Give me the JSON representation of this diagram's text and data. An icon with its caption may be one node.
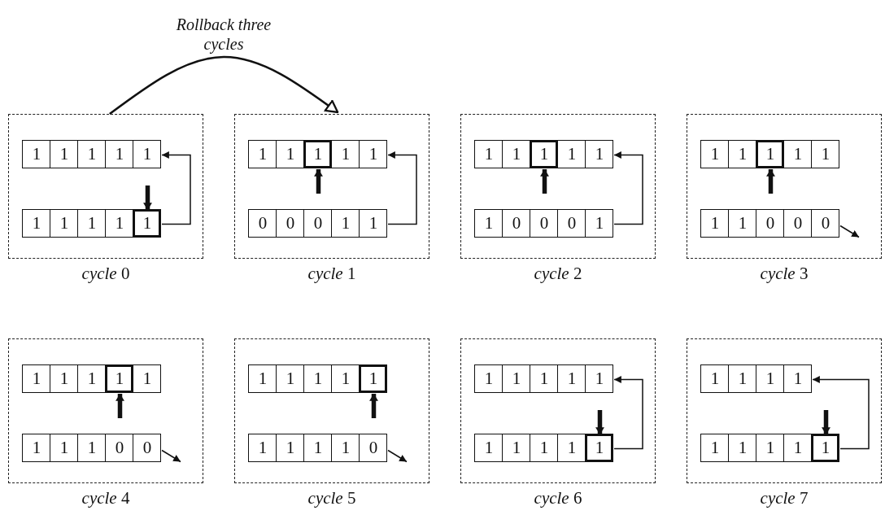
{
  "diagram": {
    "nodes": [
      {
        "text": [],
        "shape": "box",
        "beside": [
          "*cycle* 0"
        ]
      },
      {
        "text": [
          "1"
        ],
        "in": 0
      },
      {
        "text": [
          "1"
        ],
        "in": 0
      },
      {
        "text": [
          "1"
        ],
        "in": 0
      },
      {
        "text": [
          "1"
        ],
        "in": 0
      },
      {
        "text": [
          "1"
        ],
        "in": 0
      },
      {
        "text": [
          "1"
        ],
        "in": 0
      },
      {
        "text": [
          "1"
        ],
        "in": 0
      },
      {
        "text": [
          "1"
        ],
        "in": 0
      },
      {
        "text": [
          "1"
        ],
        "in": 0
      },
      {
        "text": [
          "1"
        ],
        "in": 0
      },
      {
        "text": [],
        "shape": "box",
        "beside": [
          "*cycle* 1"
        ]
      },
      {
        "text": [
          "1"
        ],
        "in": 11
      },
      {
        "text": [
          "1"
        ],
        "in": 11
      },
      {
        "text": [
          "1"
        ],
        "in": 11
      },
      {
        "text": [
          "1"
        ],
        "in": 11
      },
      {
        "text": [
          "1"
        ],
        "in": 11
      },
      {
        "text": [
          "0"
        ],
        "in": 11
      },
      {
        "text": [
          "0"
        ],
        "in": 11
      },
      {
        "text": [
          "0"
        ],
        "in": 11
      },
      {
        "text": [
          "1"
        ],
        "in": 11
      },
      {
        "text": [
          "1"
        ],
        "in": 11
      },
      {
        "text": [],
        "shape": "box",
        "beside": [
          "*cycle* 2"
        ]
      },
      {
        "text": [
          "1"
        ],
        "in": 22
      },
      {
        "text": [
          "1"
        ],
        "in": 22
      },
      {
        "text": [
          "1"
        ],
        "in": 22
      },
      {
        "text": [
          "1"
        ],
        "in": 22
      },
      {
        "text": [
          "1"
        ],
        "in": 22
      },
      {
        "text": [
          "1"
        ],
        "in": 22
      },
      {
        "text": [
          "0"
        ],
        "in": 22
      },
      {
        "text": [
          "0"
        ],
        "in": 22
      },
      {
        "text": [
          "0"
        ],
        "in": 22
      },
      {
        "text": [
          "1"
        ],
        "in": 22
      },
      {
        "text": [],
        "shape": "box",
        "beside": [
          "*cycle* 3"
        ]
      },
      {
        "text": [
          "1"
        ],
        "in": 33
      },
      {
        "text": [
          "1"
        ],
        "in": 33
      },
      {
        "text": [
          "1"
        ],
        "in": 33
      },
      {
        "text": [
          "1"
        ],
        "in": 33
      },
      {
        "text": [
          "1"
        ],
        "in": 33
      },
      {
        "text": [
          "1"
        ],
        "in": 33
      },
      {
        "text": [
          "1"
        ],
        "in": 33
      },
      {
        "text": [
          "0"
        ],
        "in": 33
      },
      {
        "text": [
          "0"
        ],
        "in": 33
      },
      {
        "text": [
          "0"
        ],
        "in": 33
      },
      {
        "text": [],
        "shape": "box",
        "beside": [
          "*cycle* 4"
        ]
      },
      {
        "text": [
          "1"
        ],
        "in": 44
      },
      {
        "text": [
          "1"
        ],
        "in": 44
      },
      {
        "text": [
          "1"
        ],
        "in": 44
      },
      {
        "text": [
          "1"
        ],
        "in": 44
      },
      {
        "text": [
          "1"
        ],
        "in": 44
      },
      {
        "text": [
          "1"
        ],
        "in": 44
      },
      {
        "text": [
          "1"
        ],
        "in": 44
      },
      {
        "text": [
          "1"
        ],
        "in": 44
      },
      {
        "text": [
          "0"
        ],
        "in": 44
      },
      {
        "text": [
          "0"
        ],
        "in": 44
      },
      {
        "text": [],
        "shape": "box",
        "beside": [
          "*cycle* 5"
        ]
      },
      {
        "text": [
          "1"
        ],
        "in": 55
      },
      {
        "text": [
          "1"
        ],
        "in": 55
      },
      {
        "text": [
          "1"
        ],
        "in": 55
      },
      {
        "text": [
          "1"
        ],
        "in": 55
      },
      {
        "text": [
          "1"
        ],
        "in": 55
      },
      {
        "text": [
          "1"
        ],
        "in": 55
      },
      {
        "text": [
          "1"
        ],
        "in": 55
      },
      {
        "text": [
          "1"
        ],
        "in": 55
      },
      {
        "text": [
          "1"
        ],
        "in": 55
      },
      {
        "text": [
          "0"
        ],
        "in": 55
      },
      {
        "text": [],
        "shape": "box",
        "beside": [
          "*cycle* 6"
        ]
      },
      {
        "text": [
          "1"
        ],
        "in": 66
      },
      {
        "text": [
          "1"
        ],
        "in": 66
      },
      {
        "text": [
          "1"
        ],
        "in": 66
      },
      {
        "text": [
          "1"
        ],
        "in": 66
      },
      {
        "text": [
          "1"
        ],
        "in": 66
      },
      {
        "text": [
          "1"
        ],
        "in": 66
      },
      {
        "text": [
          "1"
        ],
        "in": 66
      },
      {
        "text": [
          "1"
        ],
        "in": 66
      },
      {
        "text": [
          "1"
        ],
        "in": 66
      },
      {
        "text": [
          "1"
        ],
        "in": 66
      },
      {
        "text": [],
        "shape": "box",
        "beside": [
          "*cycle* 7"
        ]
      },
      {
        "text": [
          "1"
        ],
        "in": 77
      },
      {
        "text": [
          "1"
        ],
        "in": 77
      },
      {
        "text": [
          "1"
        ],
        "in": 77
      },
      {
        "text": [
          "1"
        ],
        "in": 77
      },
      {
        "text": [
          "1"
        ],
        "in": 77
      },
      {
        "text": [
          "1"
        ],
        "in": 77
      },
      {
        "text": [
          "1"
        ],
        "in": 77
      },
      {
        "text": [
          "1"
        ],
        "in": 77
      },
      {
        "text": [
          "1"
        ],
        "in": 77
      }
    ],
    "edges": [
      {
        "from": 0,
        "to": 11,
        "arrow": "to",
        "label": "Rollback three cycles"
      },
      {
        "from": null,
        "to": 10,
        "arrow": "to",
        "style": "thick"
      },
      {
        "from": 10,
        "to": 5,
        "arrow": "to"
      },
      {
        "from": null,
        "to": 14,
        "arrow": "to",
        "style": "thick"
      },
      {
        "from": 21,
        "to": 16,
        "arrow": "to"
      },
      {
        "from": null,
        "to": 25,
        "arrow": "to",
        "style": "thick"
      },
      {
        "from": 32,
        "to": 27,
        "arrow": "to"
      },
      {
        "from": null,
        "to": 36,
        "arrow": "to",
        "style": "thick"
      },
      {
        "from": 43,
        "to": null,
        "arrow": "to"
      },
      {
        "from": null,
        "to": 48,
        "arrow": "to",
        "style": "thick"
      },
      {
        "from": 54,
        "to": null,
        "arrow": "to"
      },
      {
        "from": null,
        "to": 60,
        "arrow": "to",
        "style": "thick"
      },
      {
        "from": 65,
        "to": null,
        "arrow": "to"
      },
      {
        "from": null,
        "to": 76,
        "arrow": "to",
        "style": "thick"
      },
      {
        "from": 76,
        "to": 71,
        "arrow": "to"
      },
      {
        "from": null,
        "to": 86,
        "arrow": "to",
        "style": "thick"
      },
      {
        "from": 86,
        "to": 81,
        "arrow": "to"
      }
    ]
  }
}
